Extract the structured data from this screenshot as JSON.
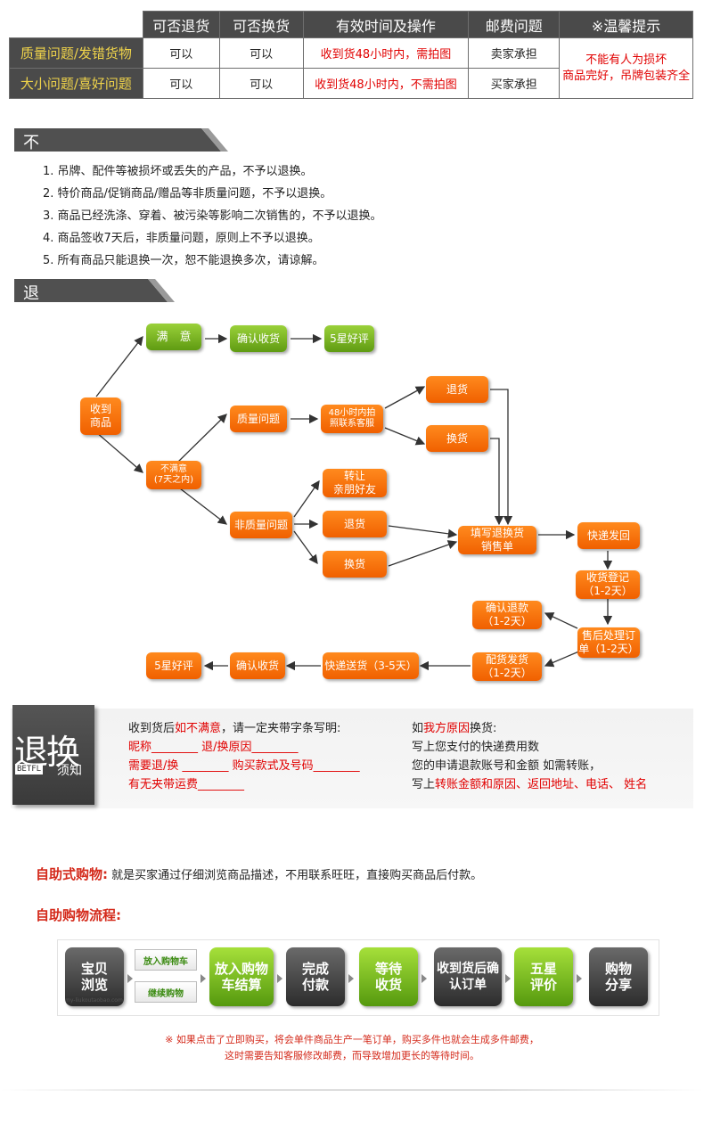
{
  "policy_table": {
    "headers": [
      "可否退货",
      "可否换货",
      "有效时间及操作",
      "邮费问题",
      "※温馨提示"
    ],
    "rows": [
      {
        "label": "质量问题/发错货物",
        "return": "可以",
        "exchange": "可以",
        "time": "收到货48小时内，需拍图",
        "postage": "卖家承担"
      },
      {
        "label": "大小问题/喜好问题",
        "return": "可以",
        "exchange": "可以",
        "time": "收到货48小时内，不需拍图",
        "postage": "买家承担"
      }
    ],
    "tip_line1": "不能有人为损坏",
    "tip_line2": "商品完好，吊牌包装齐全"
  },
  "no_return": {
    "title": "不提供退换货的要求",
    "items": [
      "1. 吊牌、配件等被损坏或丢失的产品，不予以退换。",
      "2. 特价商品/促销商品/赠品等非质量问题，不予以退换。",
      "3. 商品已经洗涤、穿着、被污染等影响二次销售的，不予以退换。",
      "4. 商品签收7天后，非质量问题，原则上不予以退换。",
      "5.  所有商品只能退换一次，恕不能退换多次，请谅解。"
    ]
  },
  "process": {
    "title": "退换货的流程",
    "nodes": {
      "receive_1": "收到",
      "receive_2": "商品",
      "satisfied": "满　意",
      "confirm_receipt_top": "确认收货",
      "five_star_top": "5星好评",
      "unsatisfied_1": "不满意",
      "unsatisfied_2": "(7天之内)",
      "quality": "质量问题",
      "contact_1": "48小时内拍",
      "contact_2": "照联系客服",
      "return_quality": "退货",
      "exchange_quality": "换货",
      "non_quality": "非质量问题",
      "transfer_1": "转让",
      "transfer_2": "亲朋好友",
      "return_nonquality": "退货",
      "exchange_nonquality": "换货",
      "fill_form_1": "填写退换货",
      "fill_form_2": "销售单",
      "ship_back": "快递发回",
      "receive_register_1": "收货登记",
      "receive_register_2": "（1-2天）",
      "after_sale_1": "售后处理订",
      "after_sale_2": "单（1-2天）",
      "confirm_refund_1": "确认退款",
      "confirm_refund_2": "（1-2天）",
      "dispatch_1": "配货发货",
      "dispatch_2": "（1-2天）",
      "express_delivery": "快递送货（3-5天）",
      "confirm_receipt_bottom": "确认收货",
      "five_star_bottom": "5星好评"
    }
  },
  "notice": {
    "logo_big": "退换",
    "logo_brand": "BETFL",
    "logo_need": "须知",
    "left": {
      "line1_a": "收到货后",
      "line1_b": "如不满意",
      "line1_c": "，请一定夹带字条写明:",
      "line2": "昵称________   退/换原因________",
      "line3": "需要退/换 ________ 购买款式及号码________",
      "line4": "有无夹带运费________"
    },
    "right": {
      "line1_a": "如",
      "line1_b": "我方原因",
      "line1_c": "换货:",
      "line2": "写上您支付的快递费用数",
      "line3": "您的申请退款账号和金额 如需转账，",
      "line4_a": "写上",
      "line4_b": "转账金额和原因、返回地址、电话、 姓名"
    }
  },
  "self_service": {
    "label": "自助式购物:",
    "desc": "就是买家通过仔细浏览商品描述，不用联系旺旺，直接购买商品后付款。",
    "flow_title": "自助购物流程:",
    "steps": [
      "宝贝浏览",
      "放入购物车结算",
      "完成付款",
      "等待收货",
      "收到货后确认订单",
      "五星评价",
      "购物分享"
    ],
    "sub_add_cart": "放入购物车",
    "sub_continue": "继续购物",
    "site": "my-liukoutaobao.com",
    "note_1": "※ 如果点击了立即购买，将会单件商品生产一笔订单，购买多件也就会生成多件邮费，",
    "note_2": "这时需要告知客服修改邮费，而导致增加更长的等待时间。"
  },
  "colors": {
    "orange": "#f06000",
    "green": "#5f9b12",
    "red": "#e10000",
    "dark": "#4a4a4a"
  }
}
